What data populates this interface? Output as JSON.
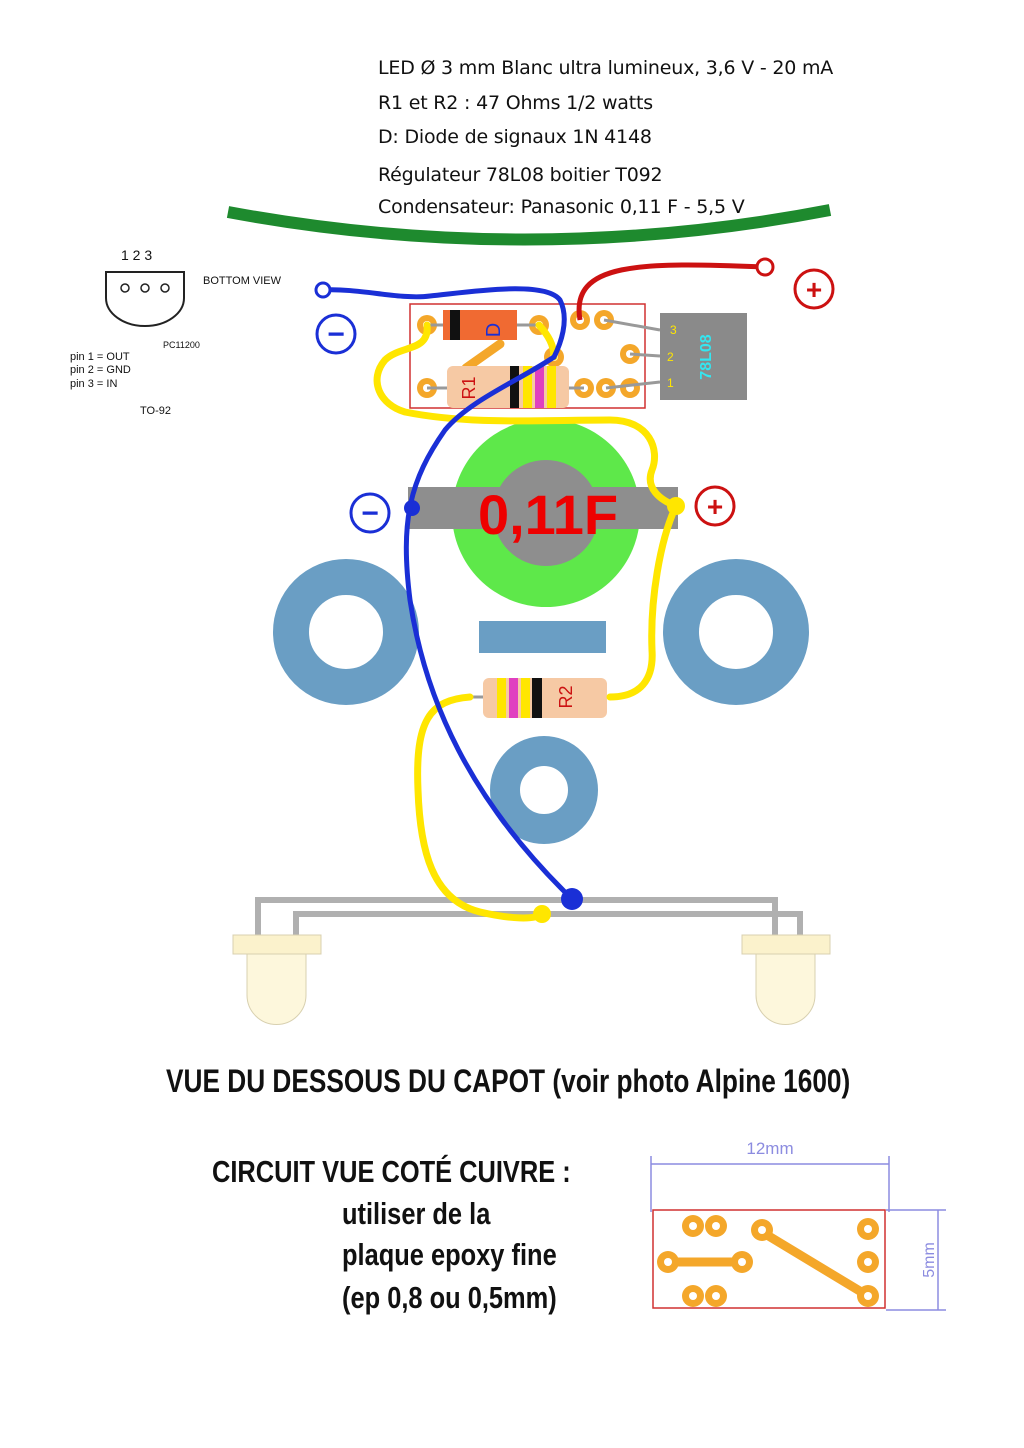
{
  "specs": {
    "led": "LED Ø 3 mm Blanc ultra lumineux, 3,6 V - 20 mA",
    "resistors": "R1 et R2 : 47 Ohms 1/2 watts",
    "diode": "D: Diode de signaux 1N 4148",
    "regulator": "Régulateur 78L08 boitier T092",
    "capacitor": "Condensateur: Panasonic 0,11 F - 5,5 V"
  },
  "pinout": {
    "pin_numbers": "1 2 3",
    "bottom_view": "BOTTOM VIEW",
    "part_code": "PC11200",
    "pin1": "pin 1 = OUT",
    "pin2": "pin 2 = GND",
    "pin3": "pin 3 = IN",
    "package": "TO-92"
  },
  "circuit": {
    "diode_label": "D",
    "r1_label": "R1",
    "r2_label": "R2",
    "regulator_label": "78L08",
    "reg_pin3": "3",
    "reg_pin2": "2",
    "reg_pin1": "1",
    "capacitor_label": "0,11F",
    "plus_sign": "+",
    "minus_sign": "−"
  },
  "captions": {
    "view": "VUE DU DESSOUS DU CAPOT (voir photo Alpine 1600)",
    "copper_title": "CIRCUIT VUE COTÉ CUIVRE :",
    "copper_line1": "utiliser de la",
    "copper_line2": "plaque epoxy fine",
    "copper_line3": "(ep 0,8 ou 0,5mm)"
  },
  "dimensions": {
    "width": "12mm",
    "height": "5mm"
  },
  "colors": {
    "wire_yellow": "#ffe600",
    "wire_blue": "#1a2fd6",
    "wire_red": "#cc1111",
    "arc_green": "#1e8a2e",
    "capacitor_green": "#5ee84a",
    "pad_orange": "#f4a72a",
    "mount_hole_blue": "#6a9ec4",
    "regulator_gray": "#8a8a8a",
    "dimension_line": "#8c8ce0"
  }
}
